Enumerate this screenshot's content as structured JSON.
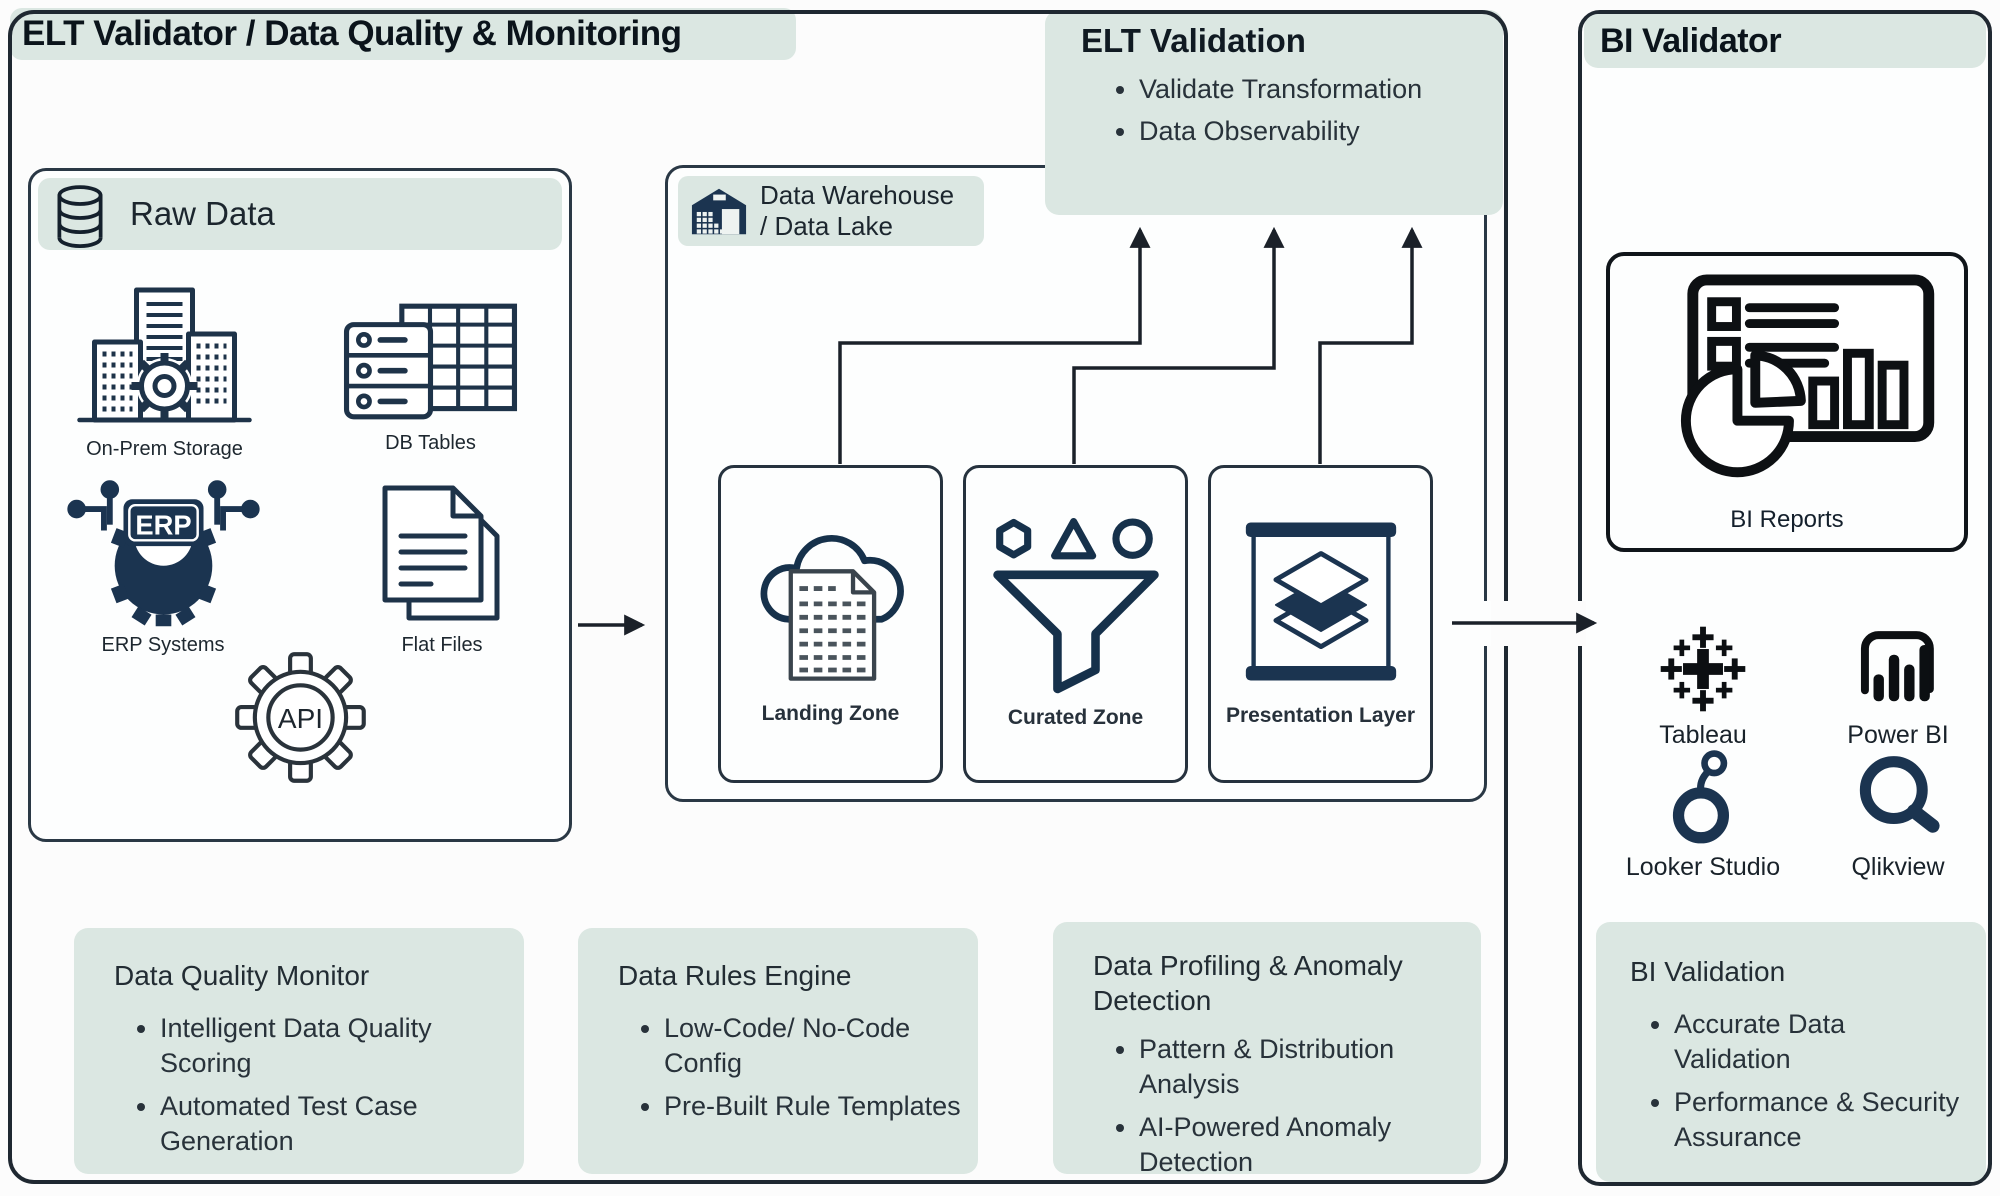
{
  "colors": {
    "mint": "#dbe7e2",
    "navy": "#1b3450",
    "line": "#1b2129",
    "border": "#1f2831"
  },
  "main": {
    "title": "ELT Validator / Data Quality & Monitoring",
    "raw_data": {
      "title": "Raw Data",
      "sources": [
        {
          "label": "On-Prem Storage"
        },
        {
          "label": "DB Tables"
        },
        {
          "label": "ERP Systems"
        },
        {
          "label": "Flat Files"
        }
      ],
      "erp_badge": "ERP",
      "api_badge": "API"
    },
    "warehouse": {
      "title_line1": "Data Warehouse",
      "title_line2": "/ Data Lake",
      "zones": [
        {
          "label": "Landing Zone"
        },
        {
          "label": "Curated Zone"
        },
        {
          "label": "Presentation Layer"
        }
      ]
    },
    "elt_validation": {
      "title": "ELT Validation",
      "bullets": [
        "Validate Transformation",
        "Data Observability"
      ]
    },
    "bottom_boxes": [
      {
        "title": "Data Quality Monitor",
        "bullets": [
          "Intelligent Data Quality Scoring",
          "Automated Test Case Generation"
        ]
      },
      {
        "title": "Data Rules Engine",
        "bullets": [
          "Low-Code/ No-Code Config",
          "Pre-Built Rule Templates"
        ]
      },
      {
        "title": "Data Profiling & Anomaly Detection",
        "bullets": [
          "Pattern & Distribution Analysis",
          "AI-Powered Anomaly Detection"
        ]
      }
    ]
  },
  "bi": {
    "title": "BI Validator",
    "reports_label": "BI Reports",
    "tools": [
      {
        "label": "Tableau"
      },
      {
        "label": "Power BI"
      },
      {
        "label": "Looker Studio"
      },
      {
        "label": "Qlikview"
      }
    ],
    "validation": {
      "title": "BI Validation",
      "bullets": [
        "Accurate Data Validation",
        "Performance & Security Assurance"
      ]
    }
  }
}
